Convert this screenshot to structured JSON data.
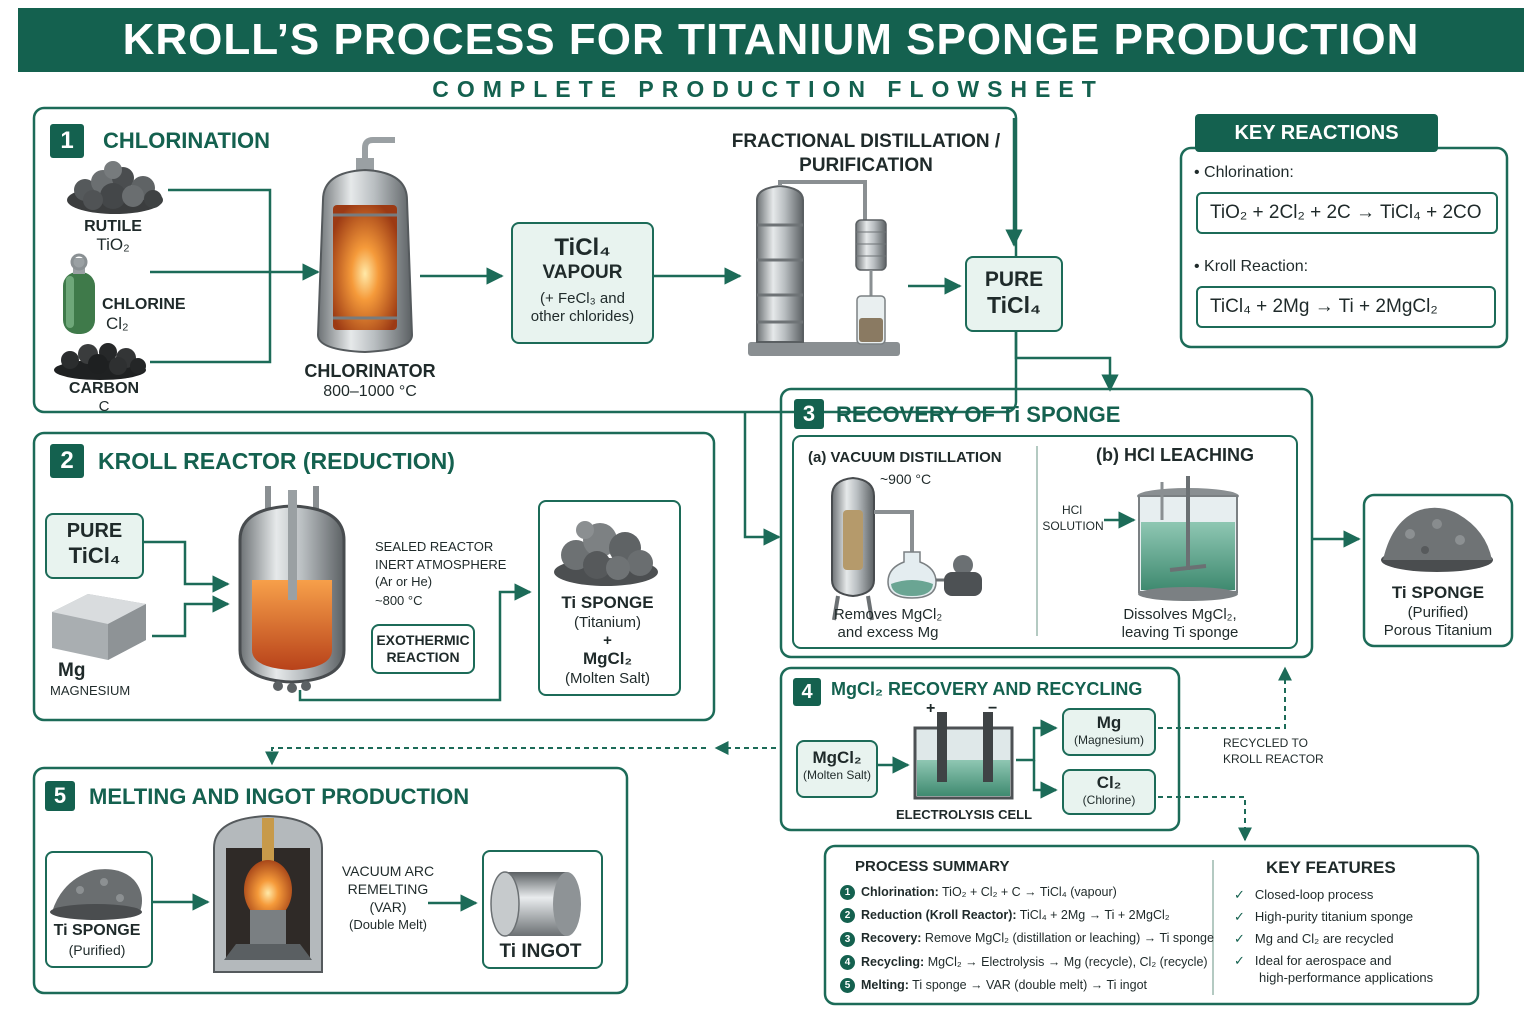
{
  "header": {
    "title": "KROLL’S PROCESS FOR TITANIUM SPONGE PRODUCTION",
    "subtitle": "COMPLETE PRODUCTION FLOWSHEET"
  },
  "s1": {
    "num": "1",
    "title": "CHLORINATION",
    "rutile": "RUTILE",
    "rutile_f": "TiO₂",
    "chlorine": "CHLORINE",
    "chlorine_f": "Cl₂",
    "carbon": "CARBON",
    "carbon_f": "C",
    "chlorinator": "CHLORINATOR",
    "chlorinator_t": "800–1000 °C",
    "vapour_f": "TiCl₄",
    "vapour": "VAPOUR",
    "vapour_n1": "(+ FeCl₃ and",
    "vapour_n2": "other chlorides)",
    "dist1": "FRACTIONAL DISTILLATION /",
    "dist2": "PURIFICATION",
    "pure": "PURE",
    "pure_f": "TiCl₄"
  },
  "key": {
    "title": "KEY REACTIONS",
    "chl_label": "Chlorination:",
    "chl_eq": "TiO₂ + 2Cl₂ + 2C → TiCl₄ + 2CO",
    "kroll_label": "Kroll Reaction:",
    "kroll_eq": "TiCl₄ + 2Mg → Ti + 2MgCl₂"
  },
  "s2": {
    "num": "2",
    "title": "KROLL REACTOR (REDUCTION)",
    "pure": "PURE",
    "pure_f": "TiCl₄",
    "mg": "Mg",
    "mg_name": "MAGNESIUM",
    "n1": "SEALED REACTOR",
    "n2": "INERT ATMOSPHERE",
    "n3": "(Ar or He)",
    "n4": "~800 °C",
    "exo1": "EXOTHERMIC",
    "exo2": "REACTION",
    "prod1": "Ti SPONGE",
    "prod2": "(Titanium)",
    "prod3": "+",
    "prod4": "MgCl₂",
    "prod5": "(Molten Salt)"
  },
  "s3": {
    "num": "3",
    "title": "RECOVERY OF Ti SPONGE",
    "a_title": "(a)  VACUUM DISTILLATION",
    "a_temp": "~900 °C",
    "a_n1": "Removes MgCl₂",
    "a_n2": "and excess Mg",
    "b_title": "(b) HCl LEACHING",
    "b_in1": "HCl",
    "b_in2": "SOLUTION",
    "b_n1": "Dissolves MgCl₂,",
    "b_n2": "leaving Ti sponge"
  },
  "out": {
    "t1": "Ti SPONGE",
    "t2": "(Purified)",
    "t3": "Porous Titanium"
  },
  "s4": {
    "num": "4",
    "title": "MgCl₂ RECOVERY AND RECYCLING",
    "in_f": "MgCl₂",
    "in_n": "(Molten Salt)",
    "cell": "ELECTROLYSIS CELL",
    "plus": "+",
    "minus": "−",
    "mg": "Mg",
    "mg_n": "(Magnesium)",
    "cl": "Cl₂",
    "cl_n": "(Chlorine)",
    "rec1": "RECYCLED TO",
    "rec2": "KROLL REACTOR"
  },
  "s5": {
    "num": "5",
    "title": "MELTING AND INGOT PRODUCTION",
    "in1": "Ti SPONGE",
    "in2": "(Purified)",
    "v1": "VACUUM ARC",
    "v2": "REMELTING",
    "v3": "(VAR)",
    "v4": "(Double Melt)",
    "ingot": "Ti INGOT"
  },
  "summary": {
    "title": "PROCESS SUMMARY",
    "items": [
      {
        "n": "1",
        "b": "Chlorination:",
        "t": " TiO₂ + Cl₂ + C → TiCl₄  (vapour)"
      },
      {
        "n": "2",
        "b": "Reduction (Kroll Reactor):",
        "t": " TiCl₄ + 2Mg → Ti + 2MgCl₂"
      },
      {
        "n": "3",
        "b": "Recovery:",
        "t": " Remove MgCl₂ (distillation or leaching) → Ti sponge"
      },
      {
        "n": "4",
        "b": "Recycling:",
        "t": " MgCl₂ → Electrolysis → Mg (recycle), Cl₂ (recycle)"
      },
      {
        "n": "5",
        "b": "Melting:",
        "t": " Ti sponge → VAR (double melt) → Ti ingot"
      }
    ],
    "feat_title": "KEY FEATURES",
    "features": [
      "Closed-loop process",
      "High-purity titanium sponge",
      "Mg and Cl₂ are recycled",
      "Ideal for aerospace and",
      "high-performance applications"
    ]
  },
  "colors": {
    "primary": "#14614f",
    "accent_fire": "#e8742a",
    "box_fill": "#e8f3ef"
  }
}
